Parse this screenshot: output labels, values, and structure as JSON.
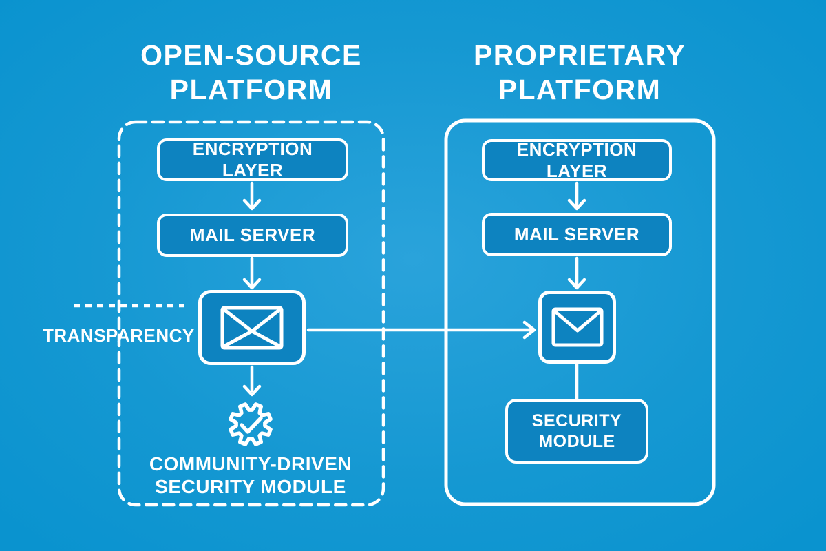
{
  "colors": {
    "background_center": "#2aa3db",
    "background_mid": "#1598d2",
    "background_edge": "#0a93cf",
    "node_fill": "#0d83c0",
    "line": "#ffffff",
    "text": "#ffffff"
  },
  "left_platform": {
    "title_line1": "OPEN-SOURCE",
    "title_line2": "PLATFORM",
    "container_border_style": "dashed",
    "encryption_box": "ENCRYPTION LAYER",
    "mail_box": "MAIL SERVER",
    "mail_icon": "envelope-icon",
    "security_icon": "gear-check-icon",
    "security_line1": "COMMUNITY-DRIVEN",
    "security_line2": "SECURITY MODULE",
    "annotation": "TRANSPARENCY"
  },
  "right_platform": {
    "title_line1": "PROPRIETARY",
    "title_line2": "PLATFORM",
    "container_border_style": "solid",
    "encryption_box": "ENCRYPTION LAYER",
    "mail_box": "MAIL SERVER",
    "mail_icon": "envelope-icon",
    "security_line1": "SECURITY",
    "security_line2": "MODULE"
  }
}
